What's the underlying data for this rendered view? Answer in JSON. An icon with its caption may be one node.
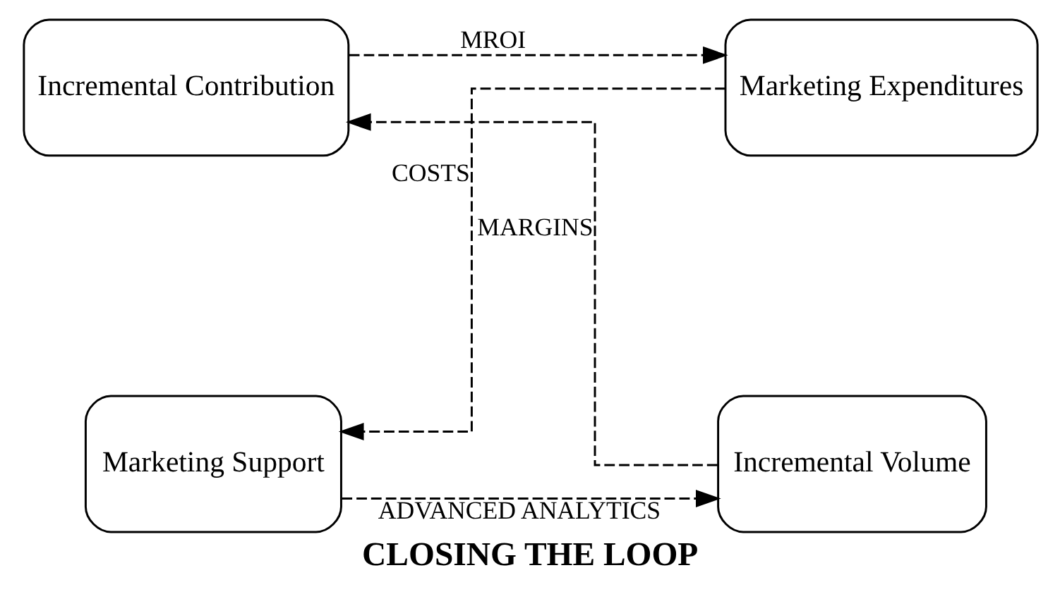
{
  "diagram": {
    "title": "CLOSING THE LOOP",
    "nodes": [
      {
        "text": [
          "Marketing Expenditures"
        ]
      },
      {
        "text": [
          "Incremental Contribution"
        ]
      },
      {
        "text": [
          "Marketing Support"
        ]
      },
      {
        "text": [
          "Incremental Volume"
        ]
      }
    ],
    "edges": [
      {
        "from": 1,
        "to": 0,
        "arrow": "to",
        "label": "MROI",
        "style": "dashed"
      },
      {
        "from": 0,
        "to": 2,
        "arrow": "to",
        "label": "COSTS",
        "style": "dashed"
      },
      {
        "from": 2,
        "to": 3,
        "arrow": "to",
        "label": "ADVANCED ANALYTICS",
        "style": "dashed"
      },
      {
        "from": 3,
        "to": 1,
        "arrow": "to",
        "label": "MARGINS",
        "style": "dashed"
      }
    ]
  }
}
